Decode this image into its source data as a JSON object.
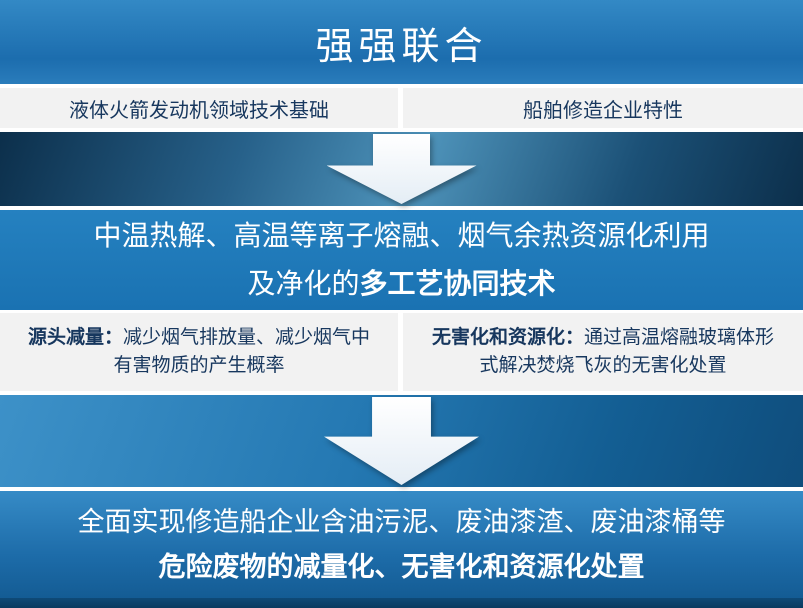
{
  "colors": {
    "banner_blue": "#2278ba",
    "light_row_bg": "#f2f2f2",
    "dark_band_navy": "#0c2f4b",
    "section_blue": "#1a76b6",
    "text_dark": "#17375e",
    "text_light": "#ffffff",
    "arrow_white": "#ffffff"
  },
  "banner": {
    "title": "强强联合"
  },
  "top_row": {
    "left": "液体火箭发动机领域技术基础",
    "right": "船舶修造企业特性"
  },
  "technology_section": {
    "line1": "中温热解、高温等离子熔融、烟气余热资源化利用",
    "line2_prefix": "及净化的",
    "line2_bold": "多工艺协同技术"
  },
  "benefits_row": {
    "left_label": "源头减量：",
    "left_text": "减少烟气排放量、减少烟气中有害物质的产生概率",
    "right_label": "无害化和资源化：",
    "right_text": "通过高温熔融玻璃体形式解决焚烧飞灰的无害化处置"
  },
  "result_section": {
    "line1": "全面实现修造船企业含油污泥、废油漆渣、废油漆桶等",
    "line2": "危险废物的减量化、无害化和资源化处置"
  }
}
